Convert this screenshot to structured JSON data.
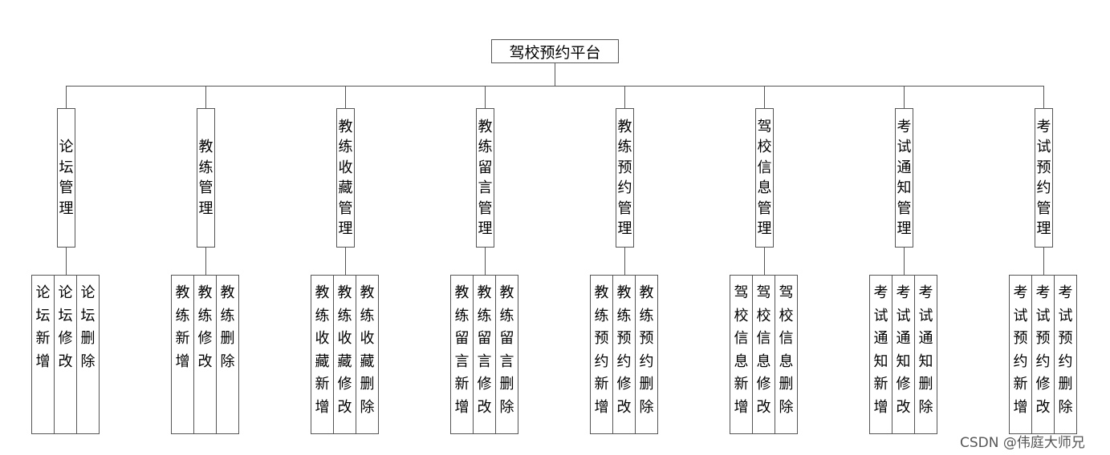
{
  "root": "驾校预约平台",
  "modules": [
    {
      "label": "论坛管理",
      "children": [
        "论坛新增",
        "论坛修改",
        "论坛删除"
      ]
    },
    {
      "label": "教练管理",
      "children": [
        "教练新增",
        "教练修改",
        "教练删除"
      ]
    },
    {
      "label": "教练收藏管理",
      "children": [
        "教练收藏新增",
        "教练收藏修改",
        "教练收藏删除"
      ]
    },
    {
      "label": "教练留言管理",
      "children": [
        "教练留言新增",
        "教练留言修改",
        "教练留言删除"
      ]
    },
    {
      "label": "教练预约管理",
      "children": [
        "教练预约新增",
        "教练预约修改",
        "教练预约删除"
      ]
    },
    {
      "label": "驾校信息管理",
      "children": [
        "驾校信息新增",
        "驾校信息修改",
        "驾校信息删除"
      ]
    },
    {
      "label": "考试通知管理",
      "children": [
        "考试通知新增",
        "考试通知修改",
        "考试通知删除"
      ]
    },
    {
      "label": "考试预约管理",
      "children": [
        "考试预约新增",
        "考试预约修改",
        "考试预约删除"
      ]
    }
  ],
  "watermark": "CSDN @伟庭大师兄"
}
